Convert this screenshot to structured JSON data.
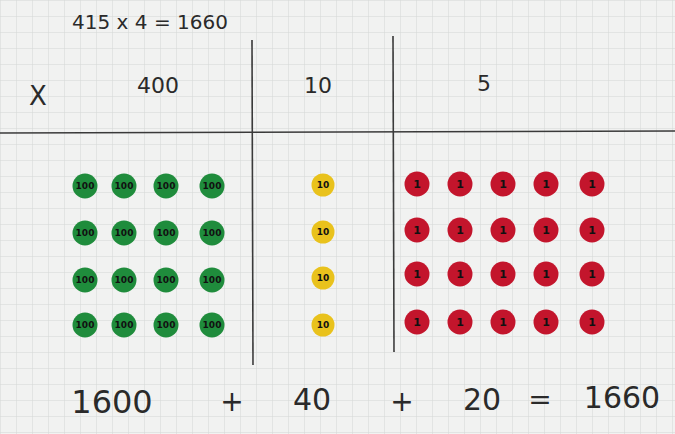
{
  "diagram": {
    "nodes": [
      {
        "text": [
          "100"
        ]
      },
      {
        "text": [
          "100"
        ]
      },
      {
        "text": [
          "100"
        ]
      },
      {
        "text": [
          "100"
        ]
      },
      {
        "text": [
          "10"
        ]
      },
      {
        "text": [
          "1"
        ]
      },
      {
        "text": [
          "1"
        ]
      },
      {
        "text": [
          "1"
        ]
      },
      {
        "text": [
          "1"
        ]
      },
      {
        "text": [
          "1"
        ]
      },
      {
        "text": [
          "100"
        ]
      },
      {
        "text": [
          "100"
        ]
      },
      {
        "text": [
          "100"
        ]
      },
      {
        "text": [
          "100"
        ]
      },
      {
        "text": [
          "10"
        ]
      },
      {
        "text": [
          "1"
        ]
      },
      {
        "text": [
          "1"
        ]
      },
      {
        "text": [
          "1"
        ]
      },
      {
        "text": [
          "1"
        ]
      },
      {
        "text": [
          "1"
        ]
      },
      {
        "text": [
          "100"
        ]
      },
      {
        "text": [
          "100"
        ]
      },
      {
        "text": [
          "100"
        ]
      },
      {
        "text": [
          "100"
        ]
      },
      {
        "text": [
          "10"
        ]
      },
      {
        "text": [
          "1"
        ]
      },
      {
        "text": [
          "1"
        ]
      },
      {
        "text": [
          "1"
        ]
      },
      {
        "text": [
          "1"
        ]
      },
      {
        "text": [
          "1"
        ]
      },
      {
        "text": [
          "100"
        ]
      },
      {
        "text": [
          "100"
        ]
      },
      {
        "text": [
          "100"
        ]
      },
      {
        "text": [
          "100"
        ]
      },
      {
        "text": [
          "10"
        ]
      },
      {
        "text": [
          "1"
        ]
      },
      {
        "text": [
          "1"
        ]
      },
      {
        "text": [
          "1"
        ]
      },
      {
        "text": [
          "1"
        ]
      },
      {
        "text": [
          "1"
        ]
      }
    ],
    "labels": [
      "415 x 4 = 1660",
      "X",
      "400",
      "10",
      "5",
      "1600",
      "+",
      "40",
      "+",
      "20",
      "=",
      "1660"
    ]
  }
}
